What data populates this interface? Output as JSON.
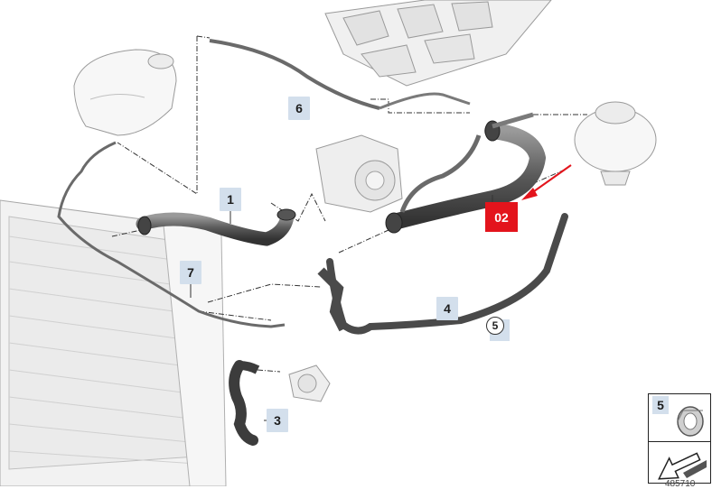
{
  "diagram": {
    "callouts": [
      {
        "id": "1",
        "label": "1"
      },
      {
        "id": "3",
        "label": "3"
      },
      {
        "id": "4",
        "label": "4"
      },
      {
        "id": "6",
        "label": "6"
      },
      {
        "id": "7",
        "label": "7"
      }
    ],
    "circled_reference": "5",
    "highlight_label": "02",
    "legend": {
      "item_number": "5"
    },
    "diagram_id": "485710"
  },
  "colors": {
    "callout_bg": "#d3dfec",
    "highlight": "#e3141c",
    "hose": "#5a5a5a"
  }
}
